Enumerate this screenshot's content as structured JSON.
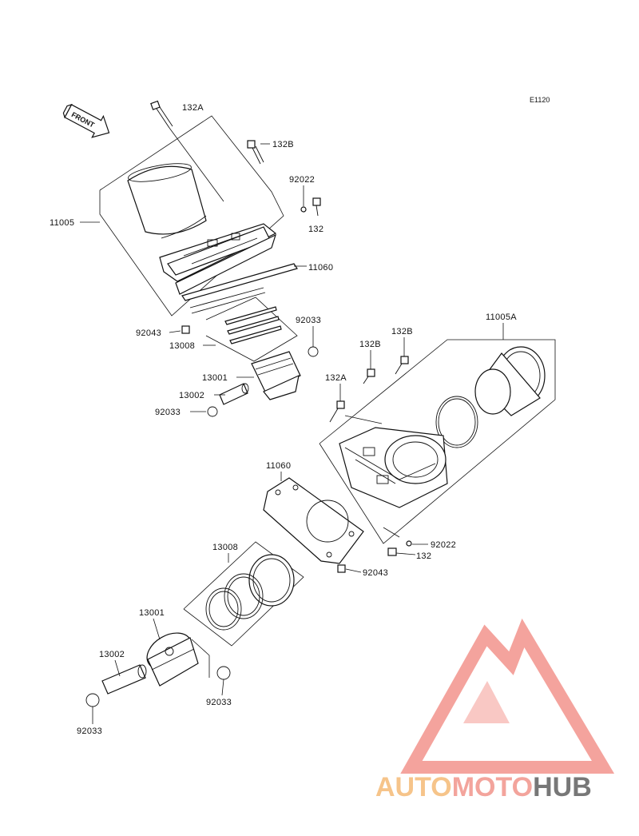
{
  "diagram_code": "E1120",
  "front_label": "FRONT",
  "labels": {
    "top_132A": "132A",
    "top_132B": "132B",
    "top_92022": "92022",
    "top_132": "132",
    "top_11005": "11005",
    "top_11060": "11060",
    "top_92043": "92043",
    "top_92033_right": "92033",
    "top_13008": "13008",
    "top_13001": "13001",
    "top_13002": "13002",
    "top_92033_left": "92033",
    "right_11005A": "11005A",
    "right_132B_a": "132B",
    "right_132B_b": "132B",
    "right_132A": "132A",
    "mid_11060": "11060",
    "mid_92022": "92022",
    "mid_132": "132",
    "mid_92043": "92043",
    "low_13008": "13008",
    "low_13001": "13001",
    "low_13002": "13002",
    "low_92033_right": "92033",
    "low_92033_left": "92033"
  },
  "watermark": {
    "part1": "AUTO",
    "part2": "MOTO",
    "part3": "HUB",
    "colors": {
      "auto": "#f6c48a",
      "moto": "#f3a49c",
      "hub": "#777777",
      "logo": "#f39a93"
    }
  }
}
